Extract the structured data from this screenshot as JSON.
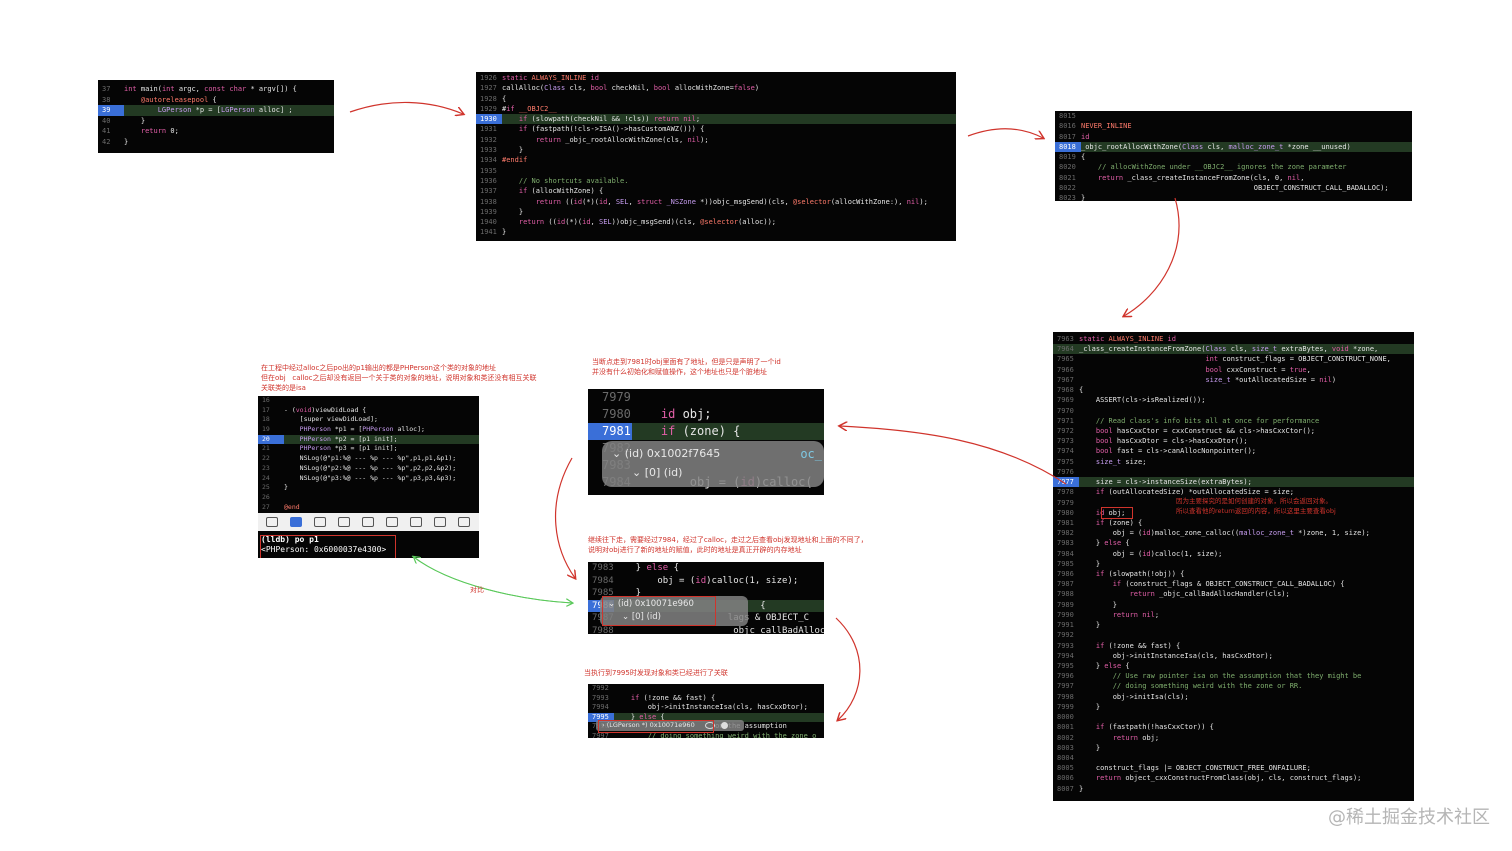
{
  "panel_main": {
    "lines": [
      {
        "num": "37",
        "code": "int main(int argc, const char * argv[]) {"
      },
      {
        "num": "38",
        "code": "    @autoreleasepool {"
      },
      {
        "num": "39",
        "code": "        LGPerson *p = [LGPerson alloc] ;"
      },
      {
        "num": "40",
        "code": "    }"
      },
      {
        "num": "41",
        "code": "    return 0;"
      },
      {
        "num": "42",
        "code": "}"
      }
    ]
  },
  "panel_callalloc": {
    "lines": [
      {
        "num": "1926",
        "code": "static ALWAYS_INLINE id"
      },
      {
        "num": "1927",
        "code": "callAlloc(Class cls, bool checkNil, bool allocWithZone=false)"
      },
      {
        "num": "1928",
        "code": "{"
      },
      {
        "num": "1929",
        "code": "#if __OBJC2__"
      },
      {
        "num": "1930",
        "code": "    if (slowpath(checkNil && !cls)) return nil;"
      },
      {
        "num": "1931",
        "code": "    if (fastpath(!cls->ISA()->hasCustomAWZ())) {"
      },
      {
        "num": "1932",
        "code": "        return _objc_rootAllocWithZone(cls, nil);"
      },
      {
        "num": "1933",
        "code": "    }"
      },
      {
        "num": "1934",
        "code": "#endif"
      },
      {
        "num": "1935",
        "code": ""
      },
      {
        "num": "1936",
        "code": "    // No shortcuts available."
      },
      {
        "num": "1937",
        "code": "    if (allocWithZone) {"
      },
      {
        "num": "1938",
        "code": "        return ((id(*)(id, SEL, struct _NSZone *))objc_msgSend)(cls, @selector(allocWithZone:), nil);"
      },
      {
        "num": "1939",
        "code": "    }"
      },
      {
        "num": "1940",
        "code": "    return ((id(*)(id, SEL))objc_msgSend)(cls, @selector(alloc));"
      },
      {
        "num": "1941",
        "code": "}"
      }
    ]
  },
  "panel_rootalloc": {
    "lines": [
      {
        "num": "8015",
        "code": ""
      },
      {
        "num": "8016",
        "code": "NEVER_INLINE"
      },
      {
        "num": "8017",
        "code": "id"
      },
      {
        "num": "8018",
        "code": "_objc_rootAllocWithZone(Class cls, malloc_zone_t *zone __unused)"
      },
      {
        "num": "8019",
        "code": "{"
      },
      {
        "num": "8020",
        "code": "    // allocWithZone under __OBJC2__ ignores the zone parameter"
      },
      {
        "num": "8021",
        "code": "    return _class_createInstanceFromZone(cls, 0, nil,"
      },
      {
        "num": "8022",
        "code": "                                         OBJECT_CONSTRUCT_CALL_BADALLOC);"
      },
      {
        "num": "8023",
        "code": "}"
      }
    ]
  },
  "panel_create": {
    "lines": [
      {
        "num": "7963",
        "code": "static ALWAYS_INLINE id"
      },
      {
        "num": "7964",
        "code": "_class_createInstanceFromZone(Class cls, size_t extraBytes, void *zone,"
      },
      {
        "num": "7965",
        "code": "                              int construct_flags = OBJECT_CONSTRUCT_NONE,"
      },
      {
        "num": "7966",
        "code": "                              bool cxxConstruct = true,"
      },
      {
        "num": "7967",
        "code": "                              size_t *outAllocatedSize = nil)"
      },
      {
        "num": "7968",
        "code": "{"
      },
      {
        "num": "7969",
        "code": "    ASSERT(cls->isRealized());"
      },
      {
        "num": "7970",
        "code": ""
      },
      {
        "num": "7971",
        "code": "    // Read class's info bits all at once for performance"
      },
      {
        "num": "7972",
        "code": "    bool hasCxxCtor = cxxConstruct && cls->hasCxxCtor();"
      },
      {
        "num": "7973",
        "code": "    bool hasCxxDtor = cls->hasCxxDtor();"
      },
      {
        "num": "7974",
        "code": "    bool fast = cls->canAllocNonpointer();"
      },
      {
        "num": "7975",
        "code": "    size_t size;"
      },
      {
        "num": "7976",
        "code": ""
      },
      {
        "num": "7977",
        "code": "    size = cls->instanceSize(extraBytes);"
      },
      {
        "num": "7978",
        "code": "    if (outAllocatedSize) *outAllocatedSize = size;"
      },
      {
        "num": "7979",
        "code": ""
      },
      {
        "num": "7980",
        "code": "    id obj;"
      },
      {
        "num": "7981",
        "code": "    if (zone) {"
      },
      {
        "num": "7982",
        "code": "        obj = (id)malloc_zone_calloc((malloc_zone_t *)zone, 1, size);"
      },
      {
        "num": "7983",
        "code": "    } else {"
      },
      {
        "num": "7984",
        "code": "        obj = (id)calloc(1, size);"
      },
      {
        "num": "7985",
        "code": "    }"
      },
      {
        "num": "7986",
        "code": "    if (slowpath(!obj)) {"
      },
      {
        "num": "7987",
        "code": "        if (construct_flags & OBJECT_CONSTRUCT_CALL_BADALLOC) {"
      },
      {
        "num": "7988",
        "code": "            return _objc_callBadAllocHandler(cls);"
      },
      {
        "num": "7989",
        "code": "        }"
      },
      {
        "num": "7990",
        "code": "        return nil;"
      },
      {
        "num": "7991",
        "code": "    }"
      },
      {
        "num": "7992",
        "code": ""
      },
      {
        "num": "7993",
        "code": "    if (!zone && fast) {"
      },
      {
        "num": "7994",
        "code": "        obj->initInstanceIsa(cls, hasCxxDtor);"
      },
      {
        "num": "7995",
        "code": "    } else {"
      },
      {
        "num": "7996",
        "code": "        // Use raw pointer isa on the assumption that they might be"
      },
      {
        "num": "7997",
        "code": "        // doing something weird with the zone or RR."
      },
      {
        "num": "7998",
        "code": "        obj->initIsa(cls);"
      },
      {
        "num": "7999",
        "code": "    }"
      },
      {
        "num": "8000",
        "code": ""
      },
      {
        "num": "8001",
        "code": "    if (fastpath(!hasCxxCtor)) {"
      },
      {
        "num": "8002",
        "code": "        return obj;"
      },
      {
        "num": "8003",
        "code": "    }"
      },
      {
        "num": "8004",
        "code": ""
      },
      {
        "num": "8005",
        "code": "    construct_flags |= OBJECT_CONSTRUCT_FREE_ONFAILURE;"
      },
      {
        "num": "8006",
        "code": "    return object_cxxConstructFromClass(obj, cls, construct_flags);"
      },
      {
        "num": "8007",
        "code": "}"
      }
    ],
    "note": "因为主要探究的是如何创建的对象，所以会返回对象。\n所以查看他的return返回的内容，所以这里主要查看obj"
  },
  "panel_viewdidload": {
    "lines": [
      {
        "num": "16",
        "code": ""
      },
      {
        "num": "17",
        "code": "- (void)viewDidLoad {"
      },
      {
        "num": "18",
        "code": "    [super viewDidLoad];"
      },
      {
        "num": "19",
        "code": "    PHPerson *p1 = [PHPerson alloc];"
      },
      {
        "num": "20",
        "code": "    PHPerson *p2 = [p1 init];"
      },
      {
        "num": "21",
        "code": "    PHPerson *p3 = [p1 init];"
      },
      {
        "num": "22",
        "code": "    NSLog(@\"p1:%@ --- %p --- %p\",p1,p1,&p1);"
      },
      {
        "num": "23",
        "code": "    NSLog(@\"p2:%@ --- %p --- %p\",p2,p2,&p2);"
      },
      {
        "num": "24",
        "code": "    NSLog(@\"p3:%@ --- %p --- %p\",p3,p3,&p3);"
      },
      {
        "num": "25",
        "code": "}"
      },
      {
        "num": "26",
        "code": ""
      },
      {
        "num": "27",
        "code": "@end"
      }
    ],
    "console_cmd": "(lldb) po p1",
    "console_out": "<PHPerson: 0x6000037e4300>"
  },
  "note_viewdidload": "在工程中经过alloc之后po出的p1输出的都是PHPerson这个类的对象的地址\n但在obj   calloc之后却没有返回一个关于类的对象的地址，说明对象和类还没有相互关联\n关联类的是isa",
  "note_duibi": "对比",
  "panel_zoom1": {
    "lines": [
      {
        "num": "7979",
        "code": ""
      },
      {
        "num": "7980",
        "code": "    id obj;"
      },
      {
        "num": "7981",
        "code": "    if (zone) {"
      },
      {
        "num": "7982",
        "code": ""
      },
      {
        "num": "7983",
        "code": ""
      },
      {
        "num": "7984",
        "code": "        obj = (id)calloc("
      }
    ],
    "tip_title": "(id) 0x1002f7645",
    "tip_sub": "[0] (id)",
    "tip_tail": "oc_",
    "note": "当断点走到7981时obj里面有了地址，但是只是声明了一个id\n并没有什么初始化和赋值操作，这个地址也只是个脏地址"
  },
  "panel_zoom2": {
    "lines": [
      {
        "num": "7983",
        "code": "    } else {"
      },
      {
        "num": "7984",
        "code": "        obj = (id)calloc(1, size);"
      },
      {
        "num": "7985",
        "code": "    }"
      },
      {
        "num": "7986",
        "code": "                           {"
      },
      {
        "num": "7987",
        "code": "                     lags & OBJECT_C"
      },
      {
        "num": "7988",
        "code": "                     _objc_callBadAlloc"
      }
    ],
    "tip_title": "(id) 0x10071e960",
    "tip_sub": "[0] (id)",
    "note": "继续往下走，需要经过7984，经过了calloc，走过之后查看obj发现地址和上面的不同了，\n说明对obj进行了新的地址的赋值，此时的地址是真正开辟的内存地址"
  },
  "panel_zoom3": {
    "lines": [
      {
        "num": "7992",
        "code": ""
      },
      {
        "num": "7993",
        "code": "    if (!zone && fast) {"
      },
      {
        "num": "7994",
        "code": "        obj->initInstanceIsa(cls, hasCxxDtor);"
      },
      {
        "num": "7995",
        "code": "    } else {"
      },
      {
        "num": "7996",
        "code": "                        on the assumption"
      },
      {
        "num": "7997",
        "code": "        // doing something weird with the zone o"
      }
    ],
    "tip_title": "(LGPerson *) 0x10071e960",
    "note": "当执行到7995时发现对象和类已经进行了关联"
  },
  "watermark": "@稀土掘金技术社区",
  "colors": {
    "arrow": "#d0342c",
    "compare_arrow": "#5ac85a",
    "breakpoint": "#3a6fd8"
  }
}
